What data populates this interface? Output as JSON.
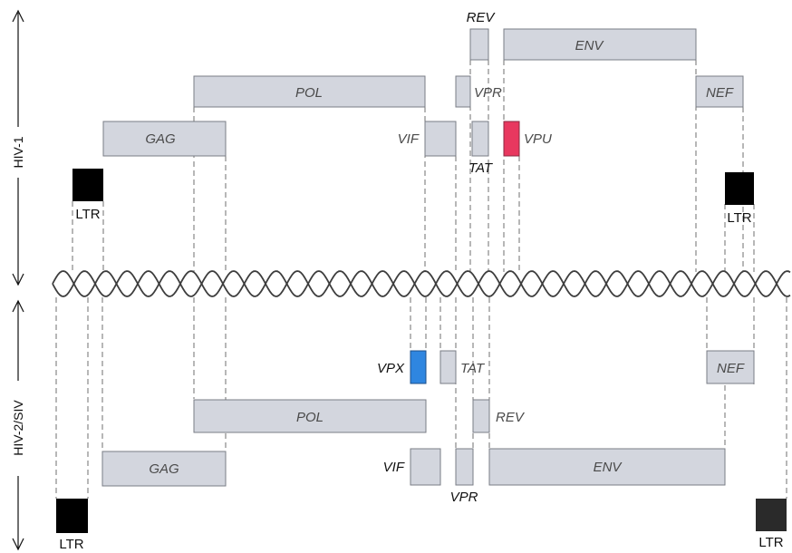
{
  "colors": {
    "gene_fill": "#d3d6de",
    "vpu": "#e8385f",
    "vpx": "#2f86e0",
    "ltr": "#000000"
  },
  "hiv1": {
    "axis_label": "HIV-1",
    "ltr_left": "LTR",
    "ltr_right": "LTR",
    "genes": {
      "rev": "REV",
      "env": "ENV",
      "pol": "POL",
      "vpr": "VPR",
      "nef": "NEF",
      "gag": "GAG",
      "vif": "VIF",
      "tat": "TAT",
      "vpu": "VPU"
    }
  },
  "hiv2": {
    "axis_label": "HIV-2/SIV",
    "ltr_left": "LTR",
    "ltr_right": "LTR",
    "genes": {
      "vpx": "VPX",
      "tat": "TAT",
      "nef": "NEF",
      "pol": "POL",
      "rev": "REV",
      "gag": "GAG",
      "vif": "VIF",
      "env": "ENV",
      "vpr": "VPR"
    }
  }
}
